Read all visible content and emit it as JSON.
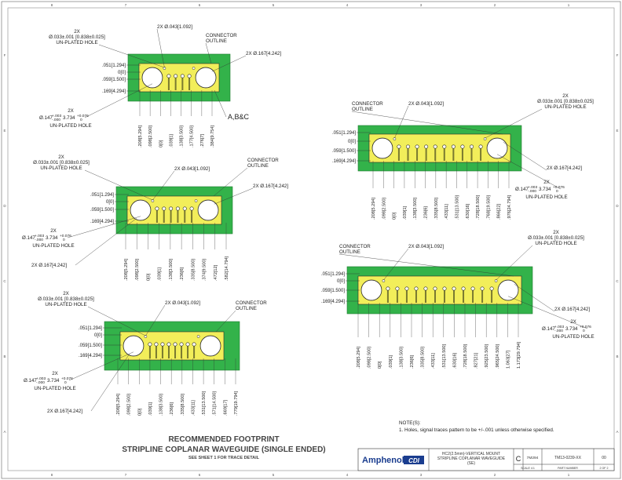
{
  "border": {
    "top_columns": [
      "8",
      "7",
      "6",
      "5",
      "4",
      "3",
      "2",
      "1"
    ],
    "bottom_columns": [
      "8",
      "7",
      "6",
      "5",
      "4",
      "3",
      "2",
      "1"
    ],
    "left_rows": [
      "F",
      "E",
      "D",
      "C",
      "B",
      "A"
    ],
    "right_rows": [
      "F",
      "E",
      "D",
      "C",
      "B",
      "A"
    ]
  },
  "footprints": [
    {
      "id": "fp1",
      "pins": 4,
      "callouts": {
        "plated_hole": "2X Ø.043[1.092]",
        "outline": [
          "CONNECTOR",
          "OUTLINE"
        ],
        "unplated_top": [
          "2X",
          "Ø.033±.001 [0.838±0.025]",
          "UN-PLATED HOLE"
        ],
        "big_hole": "2X Ø.167[4.242]",
        "unplated_bottom": [
          "2X",
          "Ø.147",
          "+.003",
          "-.000",
          "3.734",
          "+0.076",
          "0",
          "UN-PLATED HOLE"
        ],
        "abc": "A,B&C"
      },
      "left_dims": [
        ".051[1.294]",
        "0[0]",
        ".059[1.500]",
        ".169[4.294]"
      ],
      "bottom_dims": [
        ".208[5.294]",
        ".098[2.500]",
        "0[0]",
        ".039[1]",
        ".138[3.500]",
        ".177[4.500]",
        ".276[7]",
        ".384[9.754]"
      ]
    },
    {
      "id": "fp2",
      "pins": 6,
      "callouts": {
        "plated_hole": "2X Ø.043[1.092]",
        "outline": [
          "CONNECTOR",
          "OUTLINE"
        ],
        "unplated_top": [
          "2X",
          "Ø.033±.001 [0.838±0.025]",
          "UN-PLATED HOLE"
        ],
        "big_hole": "2X Ø.167[4.242]",
        "unplated_bottom": [
          "2X",
          "Ø.147",
          "+.003",
          "-.000",
          "3.734",
          "+0.076",
          "0",
          "UN-PLATED HOLE"
        ],
        "big_hole_bottom": "2X Ø.167[4.242]"
      },
      "left_dims": [
        ".051[1.294]",
        "0[0]",
        ".059[1.500]",
        ".169[4.294]"
      ],
      "bottom_dims": [
        ".208[5.294]",
        ".098[2.500]",
        "0[0]",
        ".039[1]",
        ".138[3.500]",
        ".236[6]",
        ".335[8.500]",
        ".374[9.500]",
        ".472[12]",
        ".582[14.794]"
      ]
    },
    {
      "id": "fp3",
      "pins": 8,
      "callouts": {
        "plated_hole": "2X Ø.043[1.092]",
        "outline": [
          "CONNECTOR",
          "OUTLINE"
        ],
        "unplated_top": [
          "2X",
          "Ø.033±.001 [0.838±0.025]",
          "UN-PLATED HOLE"
        ],
        "unplated_bottom": [
          "2X",
          "Ø.147",
          "+.003",
          "-.000",
          "3.734",
          "+0.076",
          "0",
          "UN-PLATED HOLE"
        ],
        "big_hole_bottom": "2X Ø.167[4.242]"
      },
      "left_dims": [
        ".051[1.294]",
        "0[0]",
        ".059[1.500]",
        ".169[4.294]"
      ],
      "bottom_dims": [
        ".208[5.294]",
        ".098[2.500]",
        "0[0]",
        ".039[1]",
        ".138[3.500]",
        ".236[6]",
        ".335[8.500]",
        ".433[11]",
        ".531[13.500]",
        ".571[14.500]",
        ".669[17]",
        ".779[19.794]"
      ]
    },
    {
      "id": "fp4",
      "pins": 10,
      "callouts": {
        "plated_hole": "2X Ø.043[1.092]",
        "outline": [
          "CONNECTOR",
          "OUTLINE"
        ],
        "unplated_top": [
          "2X",
          "Ø.033±.001 [0.838±0.025]",
          "UN-PLATED HOLE"
        ],
        "big_hole": "2X Ø.167[4.242]",
        "unplated_bottom": [
          "2X",
          "Ø.147",
          "+.003",
          "-.000",
          "3.734",
          "+0.076",
          "0",
          "UN-PLATED HOLE"
        ]
      },
      "left_dims": [
        ".051[1.294]",
        "0[0]",
        ".059[1.500]",
        ".169[4.294]"
      ],
      "bottom_dims": [
        ".208[5.294]",
        ".098[2.500]",
        "0[0]",
        ".039[1]",
        ".138[3.500]",
        ".236[6]",
        ".335[8.500]",
        ".433[11]",
        ".531[13.500]",
        ".630[16]",
        ".728[18.500]",
        ".768[19.500]",
        ".866[22]",
        ".976[24.794]"
      ]
    },
    {
      "id": "fp5",
      "pins": 12,
      "callouts": {
        "plated_hole": "2X Ø.043[1.092]",
        "outline": [
          "CONNECTOR",
          "OUTLINE"
        ],
        "unplated_top": [
          "2X",
          "Ø.033±.001 [0.838±0.025]",
          "UN-PLATED HOLE"
        ],
        "big_hole": "2X Ø.167[4.242]",
        "unplated_bottom": [
          "2X",
          "Ø.147",
          "+.003",
          "-.000",
          "3.734",
          "+0.076",
          "0",
          "UN-PLATED HOLE"
        ]
      },
      "left_dims": [
        ".051[1.294]",
        "0[0]",
        ".059[1.500]",
        ".169[4.294]"
      ],
      "bottom_dims": [
        ".208[5.294]",
        ".098[2.500]",
        "0[0]",
        ".039[1]",
        ".138[3.500]",
        ".236[6]",
        ".335[8.500]",
        ".433[11]",
        ".531[13.500]",
        ".630[16]",
        ".728[18.500]",
        ".827[21]",
        ".925[23.500]",
        ".965[24.500]",
        "1.063[27]",
        "1.173[29.794]"
      ]
    }
  ],
  "title": {
    "line1": "RECOMMENDED FOOTPRINT",
    "line2": "STRIPLINE COPLANAR WAVEGUIDE (SINGLE ENDED)",
    "line3": "SEE SHEET 1 FOR  TRACE DETAIL"
  },
  "notes": {
    "header": "NOTE(S):",
    "item1": "1.  Holes, signal traces pattern to be +/-.001 unless otherwise specified."
  },
  "title_block": {
    "logo": "Amphenol",
    "logo_suffix": "CDI",
    "desc1": "HC2(2.5mm)-VERTICAL MOUNT",
    "desc2": "STRIPLINE COPLANAR WAVEGUIDE",
    "desc3": "(SE)",
    "size": "C",
    "cage_code": "7M294",
    "doc_number": "TM13-0239-XX",
    "rev": "00",
    "scale": "SCALE 4:1",
    "part_number_label": "PART NUMBER",
    "sheet": "2 OF 2"
  },
  "colors": {
    "pcb_green": "#33b24a",
    "pad_yellow": "#f2ee5a",
    "outline": "#2a2a2a"
  }
}
